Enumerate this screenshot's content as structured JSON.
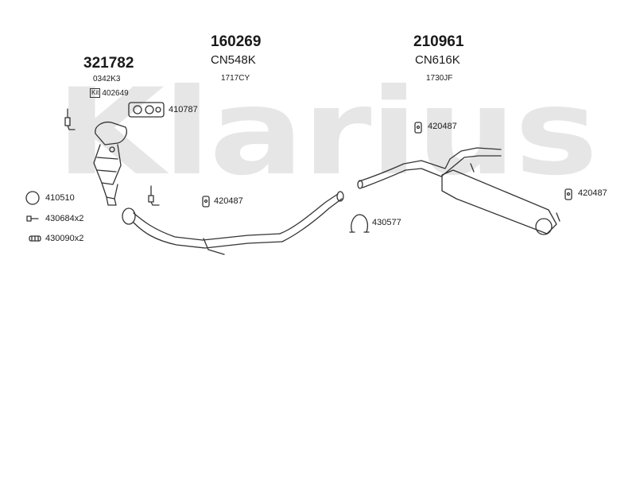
{
  "watermark": "Klarius",
  "groups": [
    {
      "number": "321782",
      "code": "0342K3",
      "kit_label": "Kit",
      "kit_part": "402649"
    },
    {
      "number": "160269",
      "code": "CN548K",
      "sub": "1717CY"
    },
    {
      "number": "210961",
      "code": "CN616K",
      "sub": "1730JF"
    }
  ],
  "parts": {
    "gasket": "410787",
    "ring": "410510",
    "bolt": "430684x2",
    "spring": "430090x2",
    "hanger_front": "420487",
    "hanger_mid": "420487",
    "hanger_rear": "420487",
    "clamp": "430577"
  },
  "colors": {
    "line": "#333333",
    "watermark": "#e6e6e6"
  }
}
